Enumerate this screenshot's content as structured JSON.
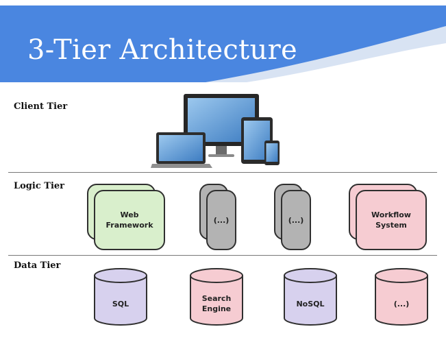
{
  "title": "3-Tier Architecture",
  "colors": {
    "header_blue": "#4a86e0",
    "green_fill": "#d9efcc",
    "gray_fill": "#b3b3b3",
    "pink_fill": "#f6ccd2",
    "lavender_fill": "#d7d1ee"
  },
  "tiers": {
    "client": {
      "label": "Client Tier",
      "icon": "devices-icon"
    },
    "logic": {
      "label": "Logic Tier",
      "components": [
        {
          "label": "Web\nFramework",
          "color": "green"
        },
        {
          "label": "(...)",
          "color": "gray"
        },
        {
          "label": "(...)",
          "color": "gray"
        },
        {
          "label": "Workflow\nSystem",
          "color": "pink"
        }
      ]
    },
    "data": {
      "label": "Data Tier",
      "stores": [
        {
          "label": "SQL",
          "color": "lavender"
        },
        {
          "label": "Search\nEngine",
          "color": "pink"
        },
        {
          "label": "NoSQL",
          "color": "lavender"
        },
        {
          "label": "(...)",
          "color": "pink"
        }
      ]
    }
  }
}
